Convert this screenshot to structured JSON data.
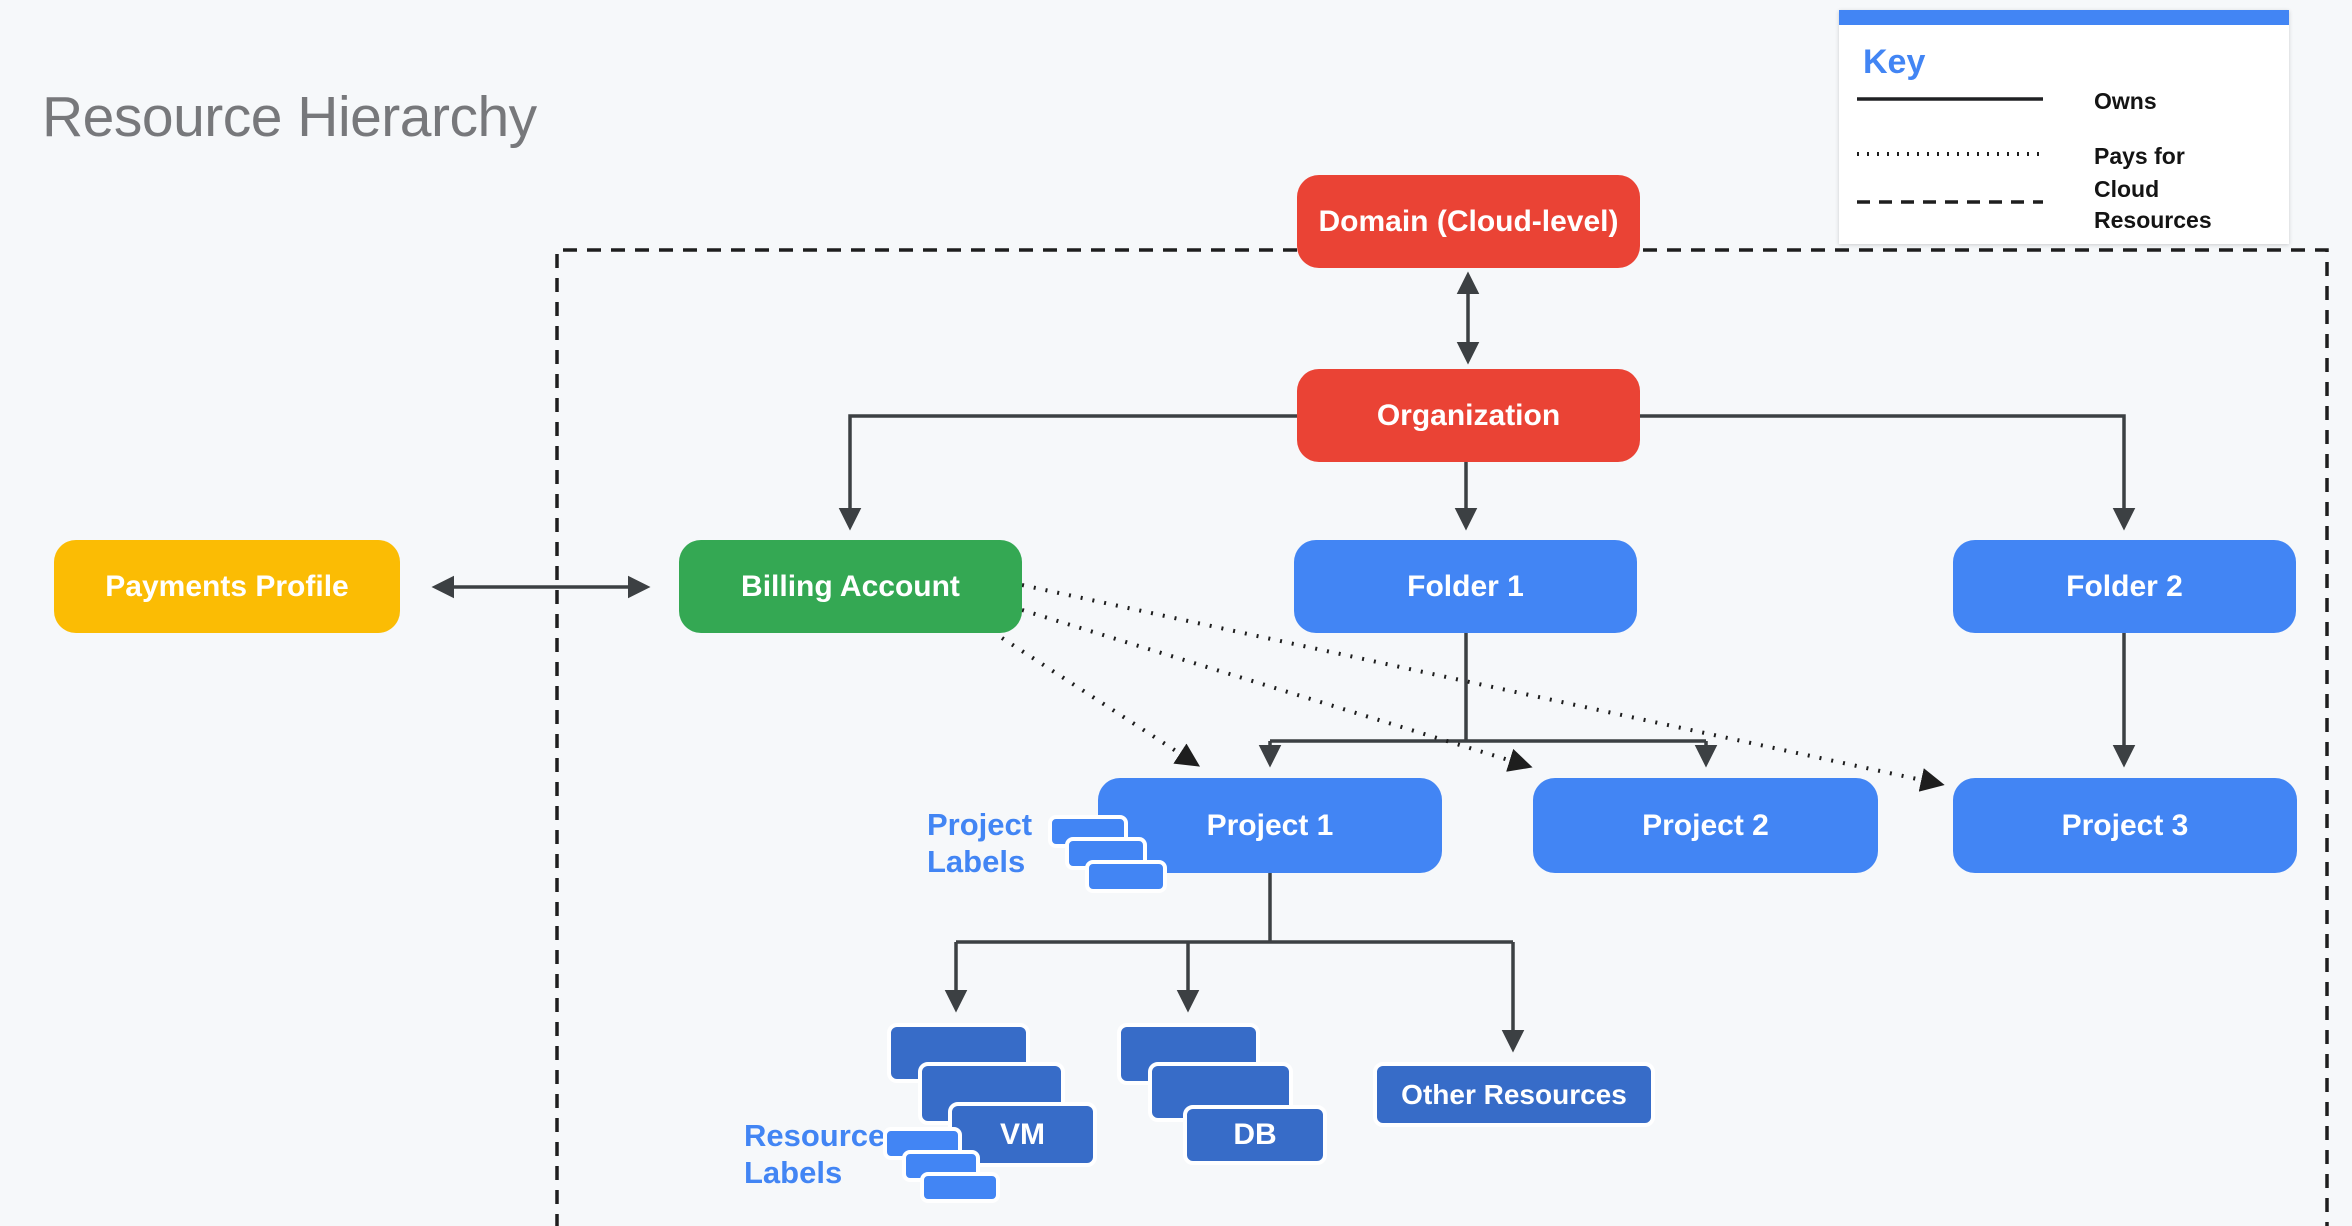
{
  "title": "Resource Hierarchy",
  "key": {
    "title": "Key",
    "items": [
      {
        "label": "Owns",
        "line_style": "solid"
      },
      {
        "label": "Pays for",
        "line_style": "dotted"
      },
      {
        "label": "Cloud Resources",
        "line_style": "dashed"
      }
    ]
  },
  "nodes": {
    "domain": "Domain (Cloud-level)",
    "organization": "Organization",
    "payments_profile": "Payments Profile",
    "billing_account": "Billing Account",
    "folder1": "Folder 1",
    "folder2": "Folder 2",
    "project1": "Project 1",
    "project2": "Project 2",
    "project3": "Project 3",
    "vm": "VM",
    "db": "DB",
    "other_resources": "Other Resources"
  },
  "annotations": {
    "project_labels": {
      "line1": "Project",
      "line2": "Labels"
    },
    "resource_labels": {
      "line1": "Resource",
      "line2": "Labels"
    }
  },
  "edges": [
    {
      "from": "Domain (Cloud-level)",
      "to": "Organization",
      "type": "owns",
      "bidirectional": true
    },
    {
      "from": "Payments Profile",
      "to": "Billing Account",
      "type": "owns",
      "bidirectional": true
    },
    {
      "from": "Organization",
      "to": "Billing Account",
      "type": "owns"
    },
    {
      "from": "Organization",
      "to": "Folder 1",
      "type": "owns"
    },
    {
      "from": "Organization",
      "to": "Folder 2",
      "type": "owns"
    },
    {
      "from": "Folder 1",
      "to": "Project 1",
      "type": "owns"
    },
    {
      "from": "Folder 1",
      "to": "Project 2",
      "type": "owns"
    },
    {
      "from": "Folder 2",
      "to": "Project 3",
      "type": "owns"
    },
    {
      "from": "Billing Account",
      "to": "Project 1",
      "type": "pays_for"
    },
    {
      "from": "Billing Account",
      "to": "Project 2",
      "type": "pays_for"
    },
    {
      "from": "Billing Account",
      "to": "Project 3",
      "type": "pays_for"
    },
    {
      "from": "Project 1",
      "to": "VM",
      "type": "owns"
    },
    {
      "from": "Project 1",
      "to": "DB",
      "type": "owns"
    },
    {
      "from": "Project 1",
      "to": "Other Resources",
      "type": "owns"
    }
  ],
  "colors": {
    "background": "#F6F8FA",
    "red": "#EA4335",
    "green": "#34A853",
    "yellow": "#FBBC04",
    "blue": "#4285F4",
    "resource_blue": "#376CC8",
    "wire": "#3C4043",
    "dashed_border": "#1E1E1E",
    "title_gray": "#77787B"
  }
}
